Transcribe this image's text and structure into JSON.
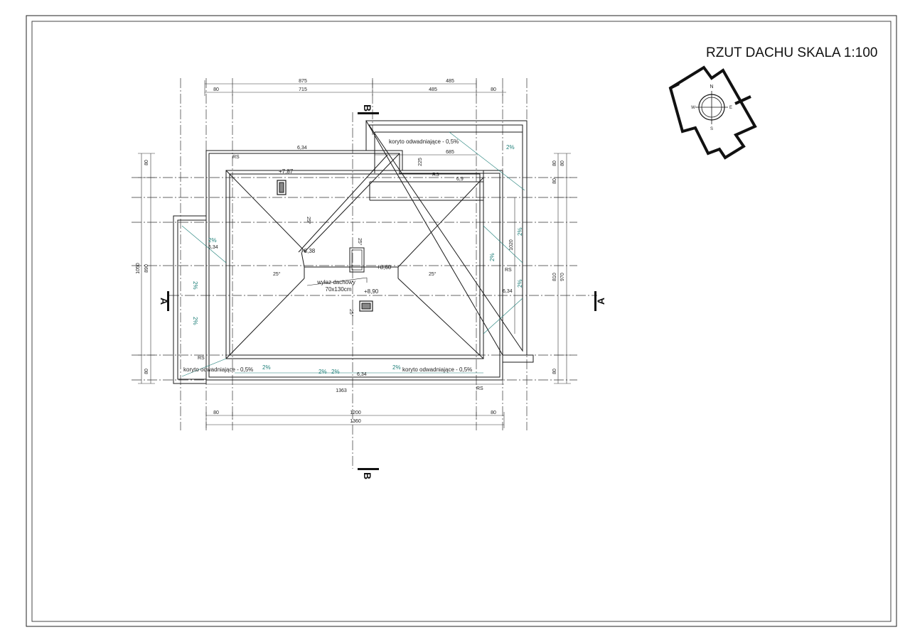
{
  "title": "RZUT DACHU SKALA 1:100",
  "compass": {
    "n": "N",
    "s": "S",
    "e": "E",
    "w": "W"
  },
  "sections": {
    "a": "A",
    "b": "B"
  },
  "dims_top": {
    "d875": "875",
    "d485a": "485",
    "d80a": "80",
    "d715": "715",
    "d485b": "485",
    "d80b": "80",
    "d685": "685",
    "d225": "225"
  },
  "dims_bottom": {
    "d1363": "1363",
    "d80a": "80",
    "d1200": "1200",
    "d80b": "80",
    "d1360": "1360"
  },
  "dims_left": {
    "d80a": "80",
    "d1050": "1050",
    "d890": "890",
    "d80b": "80"
  },
  "dims_right": {
    "d80a": "80",
    "d80b": "80",
    "d80c": "80",
    "d810": "810",
    "d970": "970",
    "d1020": "1020",
    "d80d": "80"
  },
  "levels": {
    "l634a": "6,34",
    "l787": "+7,87",
    "l69": "6,9",
    "l634b": "6,34",
    "l838": "+8,38",
    "l860": "+8,60",
    "l890": "+8,90",
    "l634c": "6,34",
    "l634d": "6,34"
  },
  "labels": {
    "koryto_top": "koryto odwadniające - 0,5%",
    "koryto_bl": "koryto odwadniające - 0,5%",
    "koryto_br": "koryto odwadniające - 0,5%",
    "wylaz": "wyłaz dachowy",
    "wylaz_size": "70x130cm",
    "rs1": "RS",
    "rs2": "RS",
    "rs3": "RS",
    "rs4": "RS",
    "rs5": "RS"
  },
  "pitch": {
    "p1": "25°",
    "p2": "25°",
    "p3": "25°",
    "p4": "25°",
    "p5": "25°"
  },
  "slopes": {
    "s1": "2%",
    "s2": "2%",
    "s3": "2%",
    "s4": "2%",
    "s5": "2%",
    "s6": "2%",
    "s7": "2%",
    "s8": "2%",
    "s9": "2%",
    "s10": "2%",
    "s11": "2%"
  },
  "colors": {
    "line": "#1a1a1a",
    "slope": "#1e7f79",
    "axis": "#333333"
  }
}
